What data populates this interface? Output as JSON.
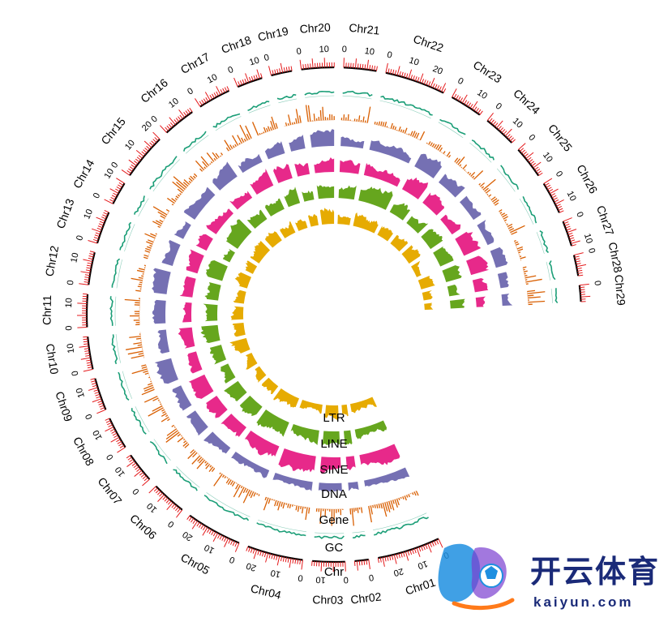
{
  "chromosomes": [
    {
      "name": "Chr01",
      "size": 27
    },
    {
      "name": "Chr02",
      "size": 6
    },
    {
      "name": "Chr03",
      "size": 14
    },
    {
      "name": "Chr04",
      "size": 24
    },
    {
      "name": "Chr05",
      "size": 24
    },
    {
      "name": "Chr06",
      "size": 15
    },
    {
      "name": "Chr07",
      "size": 13
    },
    {
      "name": "Chr08",
      "size": 14
    },
    {
      "name": "Chr09",
      "size": 14
    },
    {
      "name": "Chr10",
      "size": 14
    },
    {
      "name": "Chr11",
      "size": 14
    },
    {
      "name": "Chr12",
      "size": 14
    },
    {
      "name": "Chr13",
      "size": 14
    },
    {
      "name": "Chr14",
      "size": 10
    },
    {
      "name": "Chr15",
      "size": 20
    },
    {
      "name": "Chr16",
      "size": 14
    },
    {
      "name": "Chr17",
      "size": 14
    },
    {
      "name": "Chr18",
      "size": 11
    },
    {
      "name": "Chr19",
      "size": 9
    },
    {
      "name": "Chr20",
      "size": 14
    },
    {
      "name": "Chr21",
      "size": 14
    },
    {
      "name": "Chr22",
      "size": 26
    },
    {
      "name": "Chr23",
      "size": 14
    },
    {
      "name": "Chr24",
      "size": 14
    },
    {
      "name": "Chr25",
      "size": 14
    },
    {
      "name": "Chr26",
      "size": 14
    },
    {
      "name": "Chr27",
      "size": 11
    },
    {
      "name": "Chr28",
      "size": 9
    },
    {
      "name": "Chr29",
      "size": 7
    }
  ],
  "tracks": [
    {
      "label": "Chr",
      "color": "#000000"
    },
    {
      "label": "GC",
      "color": "#1b9e77"
    },
    {
      "label": "Gene",
      "color": "#d95f02"
    },
    {
      "label": "DNA",
      "color": "#7570b3"
    },
    {
      "label": "SINE",
      "color": "#e7298a"
    },
    {
      "label": "LINE",
      "color": "#66a61e"
    },
    {
      "label": "LTR",
      "color": "#e6ab02"
    }
  ],
  "tick_color": "#e41a1c",
  "watermark": {
    "brand": "开云体育",
    "domain": "kaiyun.com",
    "logo_colors": [
      "#1e8fe0",
      "#ff7a1a",
      "#7a3fd0"
    ]
  }
}
